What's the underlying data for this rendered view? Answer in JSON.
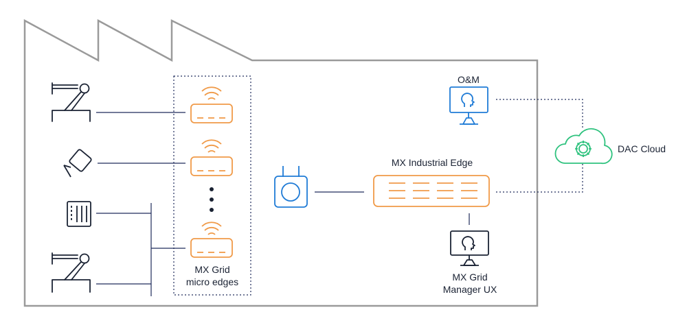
{
  "labels": {
    "om": "O&M",
    "dac_cloud": "DAC Cloud",
    "industrial_edge": "MX Industrial Edge",
    "micro_edges_line1": "MX Grid",
    "micro_edges_line2": "micro edges",
    "manager_line1": "MX Grid",
    "manager_line2": "Manager UX"
  },
  "icons": {
    "robot_arm_top": "robot-arm-icon",
    "camera": "security-camera-icon",
    "controller": "io-controller-icon",
    "robot_arm_bottom": "robot-arm-icon",
    "micro_edge_devices": "wireless-router-icon",
    "gateway": "radio-gateway-icon",
    "industrial_edge_server": "server-icon",
    "om_monitor": "monitor-user-icon",
    "manager_monitor": "monitor-user-icon",
    "cloud": "cloud-gear-icon"
  },
  "colors": {
    "outline": "#9a9a9a",
    "lines": "#1d2a5a",
    "edge_orange": "#f09a48",
    "accent_blue": "#1f7bd6",
    "cloud_green": "#2ec27e",
    "ink": "#1a2233"
  }
}
